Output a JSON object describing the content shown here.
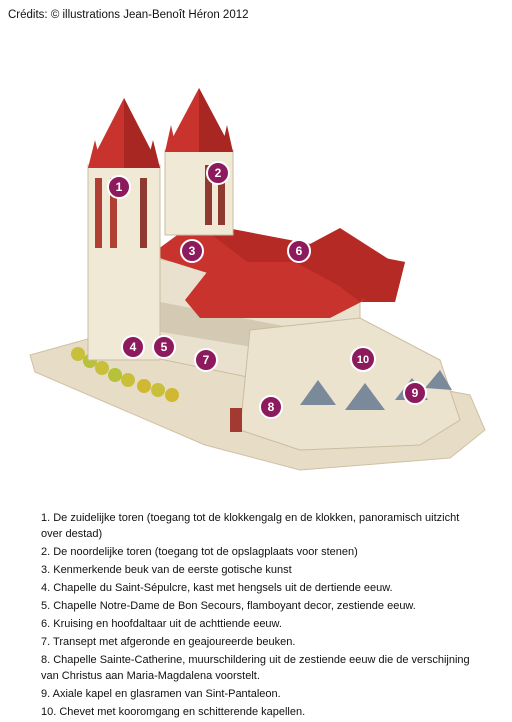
{
  "credit": "Crédits: © illustrations Jean-Benoît Héron 2012",
  "markers": [
    "1",
    "2",
    "3",
    "4",
    "5",
    "6",
    "7",
    "8",
    "9",
    "10"
  ],
  "legend": [
    "1.  De zuidelijke toren (toegang tot de klokkengalg en de klokken, panoramisch uitzicht over destad)",
    "2.  De noordelijke toren (toegang tot de opslagplaats voor stenen)",
    "3.  Kenmerkende beuk van de eerste gotische kunst",
    "4.  Chapelle du Saint-Sépulcre, kast met hengsels uit de dertiende eeuw.",
    "5.  Chapelle Notre-Dame de Bon Secours, flamboyant decor, zestiende eeuw.",
    "6.  Kruising en hoofdaltaar uit de achttiende eeuw.",
    "7.  Transept met afgeronde en geajoureerde beuken.",
    "8.  Chapelle Sainte-Catherine, muurschildering uit de zestiende eeuw die de verschijning van Christus aan Maria-Magdalena voorstelt.",
    "9.  Axiale kapel en glasramen van Sint-Pantaleon.",
    "10.   Chevet met kooromgang en schitterende kapellen."
  ]
}
